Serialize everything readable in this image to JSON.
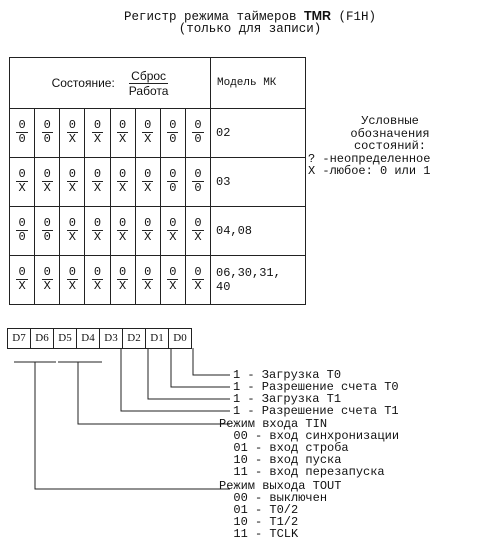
{
  "title": {
    "line1_prefix": "Регистр режима таймеров ",
    "line1_bold": "TMR",
    "line1_suffix": " (F1H)",
    "line2": "(только для записи)"
  },
  "table": {
    "state_label": "Состояние:",
    "frac_top": "Сброс",
    "frac_bottom": "Работа",
    "model_header": "Модель МК",
    "rows": [
      {
        "cells": [
          [
            "0",
            "0"
          ],
          [
            "0",
            "0"
          ],
          [
            "0",
            "X"
          ],
          [
            "0",
            "X"
          ],
          [
            "0",
            "X"
          ],
          [
            "0",
            "X"
          ],
          [
            "0",
            "0"
          ],
          [
            "0",
            "0"
          ]
        ],
        "model": "02"
      },
      {
        "cells": [
          [
            "0",
            "X"
          ],
          [
            "0",
            "X"
          ],
          [
            "0",
            "X"
          ],
          [
            "0",
            "X"
          ],
          [
            "0",
            "X"
          ],
          [
            "0",
            "X"
          ],
          [
            "0",
            "0"
          ],
          [
            "0",
            "0"
          ]
        ],
        "model": "03"
      },
      {
        "cells": [
          [
            "0",
            "0"
          ],
          [
            "0",
            "0"
          ],
          [
            "0",
            "X"
          ],
          [
            "0",
            "X"
          ],
          [
            "0",
            "X"
          ],
          [
            "0",
            "X"
          ],
          [
            "0",
            "X"
          ],
          [
            "0",
            "X"
          ]
        ],
        "model": "04,08"
      },
      {
        "cells": [
          [
            "0",
            "X"
          ],
          [
            "0",
            "X"
          ],
          [
            "0",
            "X"
          ],
          [
            "0",
            "X"
          ],
          [
            "0",
            "X"
          ],
          [
            "0",
            "X"
          ],
          [
            "0",
            "X"
          ],
          [
            "0",
            "X"
          ]
        ],
        "model_line1": "06,30,31,",
        "model_line2": "40"
      }
    ]
  },
  "legend": {
    "line1": "Условные",
    "line2": "обозначения",
    "line3": "состояний:",
    "line4": "? -неопределенное",
    "line5": "X -любое: 0 или 1"
  },
  "bits": [
    "D7",
    "D6",
    "D5",
    "D4",
    "D3",
    "D2",
    "D1",
    "D0"
  ],
  "descriptions": {
    "d0": "1 - Загрузка T0",
    "d1": "1 - Разрешение счета T0",
    "d2": "1 - Загрузка T1",
    "d3": "1 - Разрешение счета T1",
    "tin_title": "Режим входа TIN",
    "tin_00": "  00 - вход синхронизации",
    "tin_01": "  01 - вход строба",
    "tin_10": "  10 - вход пуска",
    "tin_11": "  11 - вход перезапуска",
    "tout_title": "Режим выхода TOUT",
    "tout_00": "  00 - выключен",
    "tout_01": "  01 - T0/2",
    "tout_10": "  10 - T1/2",
    "tout_11": "  11 - TCLK"
  }
}
